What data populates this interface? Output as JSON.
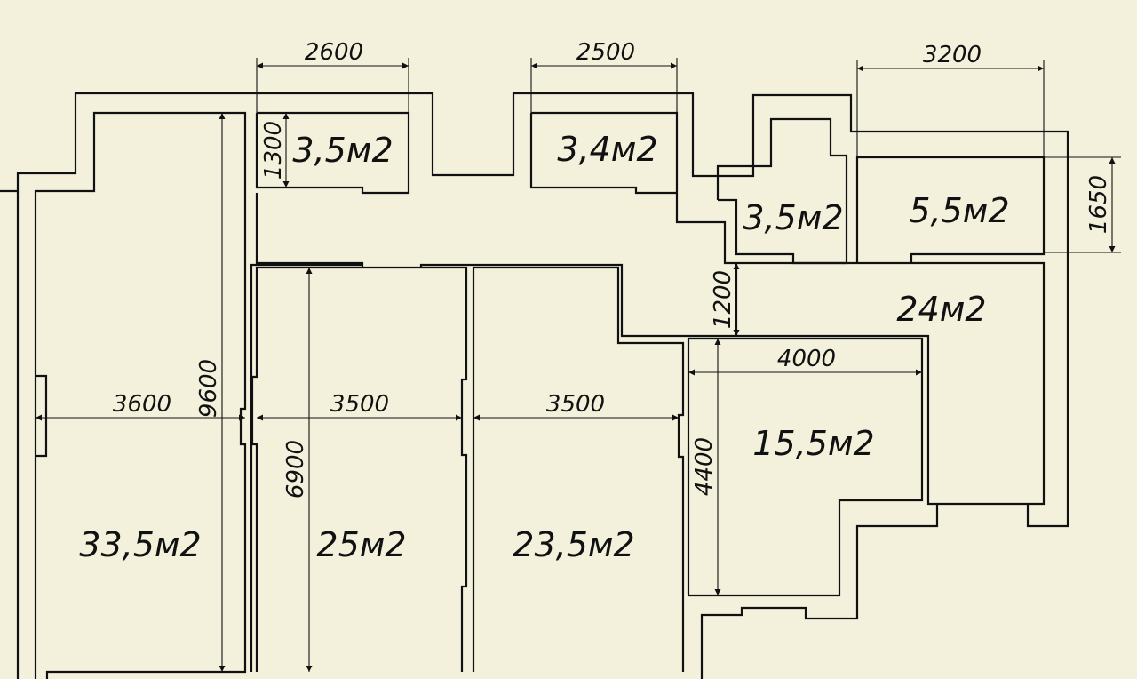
{
  "background_color": "#f3f1dc",
  "line_color": "#111111",
  "rooms": [
    {
      "id": "r1",
      "area": "33,5м2"
    },
    {
      "id": "r2",
      "area": "25м2"
    },
    {
      "id": "r3",
      "area": "23,5м2"
    },
    {
      "id": "r4",
      "area": "15,5м2"
    },
    {
      "id": "r5",
      "area": "24м2"
    },
    {
      "id": "r6",
      "area": "5,5м2"
    },
    {
      "id": "r7",
      "area": "3,5м2"
    },
    {
      "id": "r8",
      "area": "3,4м2"
    },
    {
      "id": "r9",
      "area": "3,5м2"
    }
  ],
  "dimensions": {
    "top_left_width": "2600",
    "top_mid_width": "2500",
    "top_right_width": "3200",
    "small_room_height": "1300",
    "right_room_height": "1650",
    "corridor_height": "1200",
    "room_15_width": "4000",
    "room_15_height": "4400",
    "room_33_width": "3600",
    "room_33_height": "9600",
    "room_25_width": "3500",
    "room_25_height": "6900",
    "room_23_width": "3500"
  }
}
